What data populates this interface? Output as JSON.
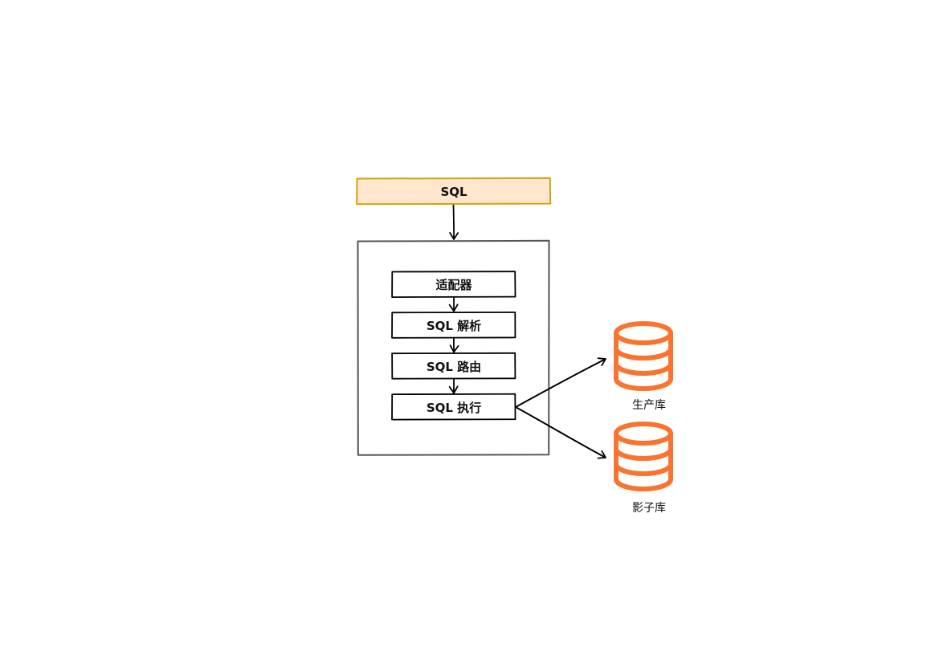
{
  "sql_input": {
    "label": "SQL"
  },
  "pipeline": {
    "steps": [
      {
        "label": "适配器"
      },
      {
        "label": "SQL 解析"
      },
      {
        "label": "SQL 路由"
      },
      {
        "label": "SQL 执行"
      }
    ]
  },
  "databases": [
    {
      "label": "生产库"
    },
    {
      "label": "影子库"
    }
  ],
  "colors": {
    "sql_fill": "#ffe6cc",
    "sql_stroke": "#d4a20a",
    "container_stroke": "#555555",
    "db_orange": "#fa7430",
    "line": "#000000"
  }
}
